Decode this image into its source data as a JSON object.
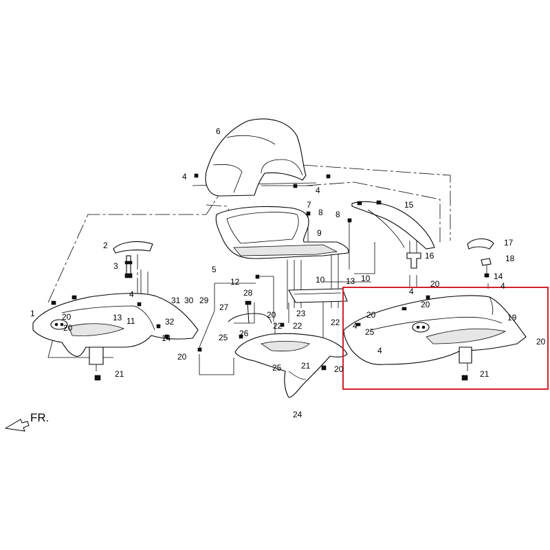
{
  "direction_label": "FR.",
  "highlight_color": "#d0202a",
  "callouts": [
    {
      "id": "c1",
      "text": "1"
    },
    {
      "id": "c2",
      "text": "2"
    },
    {
      "id": "c3",
      "text": "3"
    },
    {
      "id": "c4a",
      "text": "4"
    },
    {
      "id": "c4b",
      "text": "4"
    },
    {
      "id": "c4c",
      "text": "4"
    },
    {
      "id": "c4d",
      "text": "4"
    },
    {
      "id": "c4e",
      "text": "4"
    },
    {
      "id": "c4f",
      "text": "4"
    },
    {
      "id": "c4g",
      "text": "4"
    },
    {
      "id": "c5",
      "text": "5"
    },
    {
      "id": "c6",
      "text": "6"
    },
    {
      "id": "c7",
      "text": "7"
    },
    {
      "id": "c8a",
      "text": "8"
    },
    {
      "id": "c8b",
      "text": "8"
    },
    {
      "id": "c9",
      "text": "9"
    },
    {
      "id": "c10a",
      "text": "10"
    },
    {
      "id": "c10b",
      "text": "10"
    },
    {
      "id": "c11",
      "text": "11"
    },
    {
      "id": "c12",
      "text": "12"
    },
    {
      "id": "c13a",
      "text": "13"
    },
    {
      "id": "c13b",
      "text": "13"
    },
    {
      "id": "c14a",
      "text": "14"
    },
    {
      "id": "c14b",
      "text": "14"
    },
    {
      "id": "c15",
      "text": "15"
    },
    {
      "id": "c16",
      "text": "16"
    },
    {
      "id": "c17",
      "text": "17"
    },
    {
      "id": "c18",
      "text": "18"
    },
    {
      "id": "c19",
      "text": "19"
    },
    {
      "id": "c20a",
      "text": "20"
    },
    {
      "id": "c20b",
      "text": "20"
    },
    {
      "id": "c20c",
      "text": "20"
    },
    {
      "id": "c20d",
      "text": "20"
    },
    {
      "id": "c20e",
      "text": "20"
    },
    {
      "id": "c20f",
      "text": "20"
    },
    {
      "id": "c20g",
      "text": "20"
    },
    {
      "id": "c20h",
      "text": "20"
    },
    {
      "id": "c20i",
      "text": "20"
    },
    {
      "id": "c21a",
      "text": "21"
    },
    {
      "id": "c21b",
      "text": "21"
    },
    {
      "id": "c21c",
      "text": "21"
    },
    {
      "id": "c22a",
      "text": "22"
    },
    {
      "id": "c22b",
      "text": "22"
    },
    {
      "id": "c22c",
      "text": "22"
    },
    {
      "id": "c23",
      "text": "23"
    },
    {
      "id": "c24",
      "text": "24"
    },
    {
      "id": "c25a",
      "text": "25"
    },
    {
      "id": "c25b",
      "text": "25"
    },
    {
      "id": "c25c",
      "text": "25"
    },
    {
      "id": "c26",
      "text": "26"
    },
    {
      "id": "c27",
      "text": "27"
    },
    {
      "id": "c28",
      "text": "28"
    },
    {
      "id": "c29",
      "text": "29"
    },
    {
      "id": "c30",
      "text": "30"
    },
    {
      "id": "c31",
      "text": "31"
    },
    {
      "id": "c32",
      "text": "32"
    }
  ]
}
